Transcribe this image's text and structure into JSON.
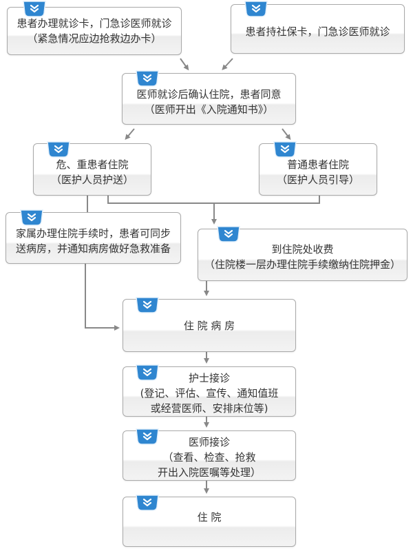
{
  "nodes": {
    "card_visit": {
      "lines": [
        "患者办理就诊卡，门急诊医师就诊",
        "（紧急情况应边抢救边办卡）"
      ]
    },
    "insurance_visit": {
      "lines": [
        "患者持社保卡，门急诊医师就诊"
      ]
    },
    "confirm": {
      "lines": [
        "医师就诊后确认住院，患者同意",
        "（医师开出《入院通知书》）"
      ]
    },
    "critical": {
      "lines": [
        "危、重患者住院",
        "（医护人员护送）"
      ]
    },
    "normal": {
      "lines": [
        "普通患者住院",
        "（医护人员引导）"
      ]
    },
    "family": {
      "lines": [
        "家属办理住院手续时，患者可同步",
        "送病房，并通知病房做好急救准备"
      ]
    },
    "cashier": {
      "lines": [
        "到住院处收费",
        "（住院楼一层办理住院手续缴纳住院押金）"
      ]
    },
    "ward": {
      "lines": [
        "住 院 病 房"
      ]
    },
    "nurse": {
      "lines": [
        "护士接诊",
        "(登记、评估、宣传、通知值班",
        "或经营医师、安排床位等)"
      ]
    },
    "doctor": {
      "lines": [
        "医师接诊",
        "（查看、检查、抢救",
        "开出入院医嘱等处理）"
      ]
    },
    "admitted": {
      "lines": [
        "住  院"
      ]
    }
  },
  "colors": {
    "badge": "#2f86d0",
    "badge_light": "#e3f0fb",
    "line": "#888888",
    "border": "#a9a9a9"
  },
  "icon": "double-chevron-down-icon"
}
